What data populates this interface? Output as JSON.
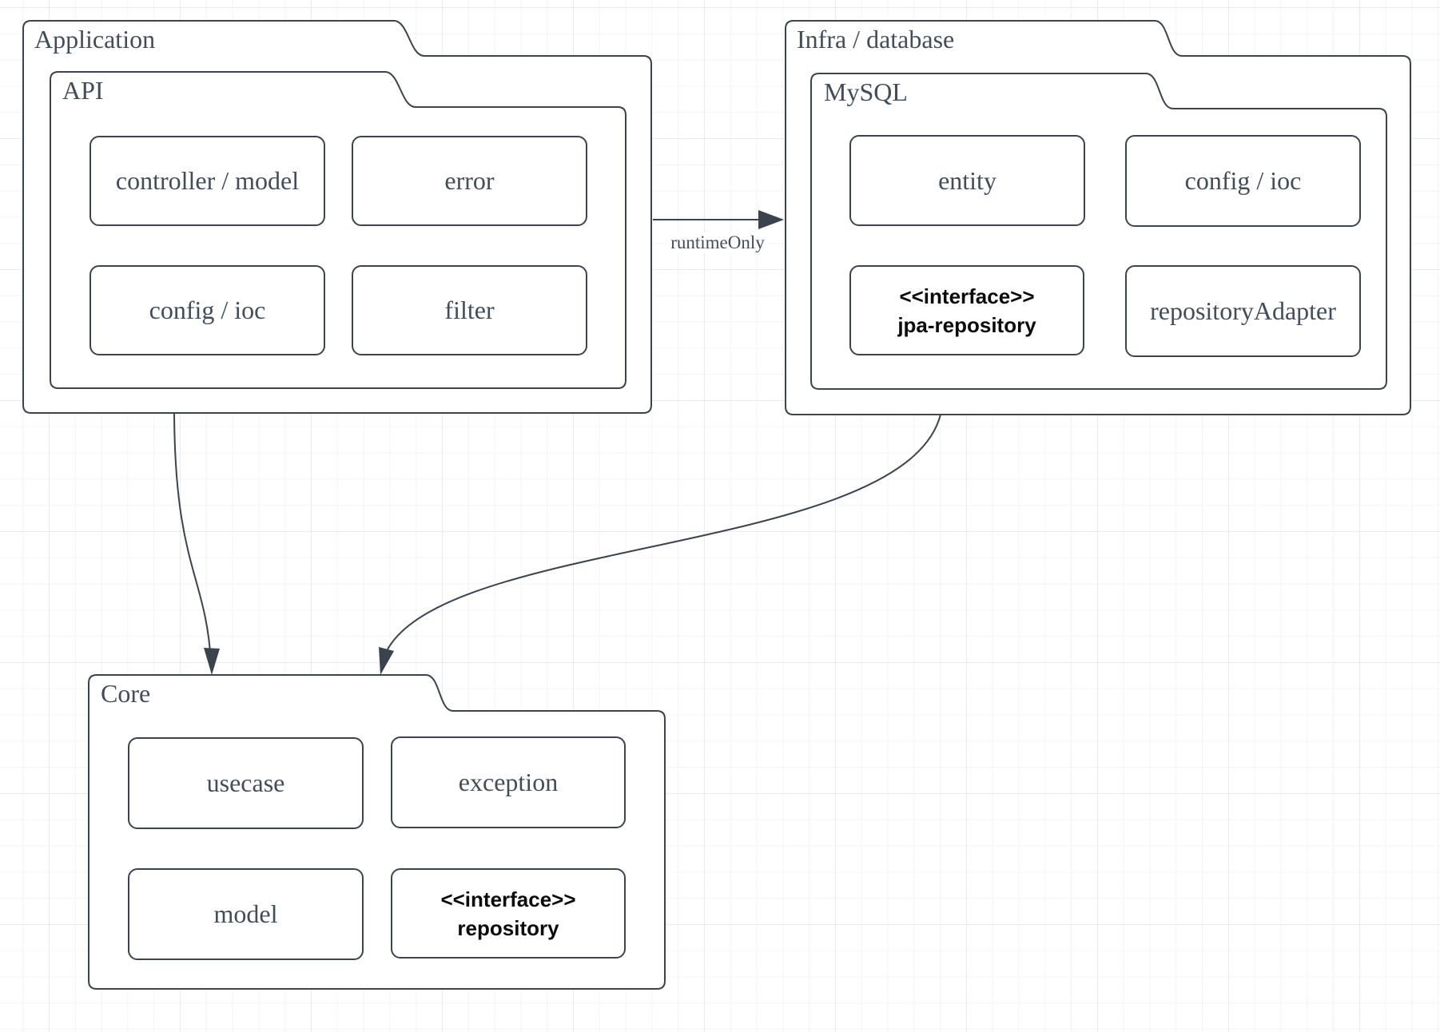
{
  "canvas": {
    "background_color": "#ffffff",
    "grid_minor_color": "#f4f4f5",
    "grid_major_color": "#e9eaeb",
    "stroke_color": "#3b434e",
    "text_color": "#434d5a",
    "interface_text_color": "#0b0b0c"
  },
  "packages": {
    "application": {
      "title": "Application",
      "api": {
        "title": "API",
        "boxes": [
          {
            "label": "controller / model"
          },
          {
            "label": "error"
          },
          {
            "label": "config / ioc"
          },
          {
            "label": "filter"
          }
        ]
      }
    },
    "infra": {
      "title": "Infra / database",
      "mysql": {
        "title": "MySQL",
        "boxes": [
          {
            "label": "entity"
          },
          {
            "label": "config / ioc"
          },
          {
            "lines": [
              "<<interface>>",
              "jpa-repository"
            ]
          },
          {
            "label": "repositoryAdapter"
          }
        ]
      }
    },
    "core": {
      "title": "Core",
      "boxes": [
        {
          "label": "usecase"
        },
        {
          "label": "exception"
        },
        {
          "label": "model"
        },
        {
          "lines": [
            "<<interface>>",
            "repository"
          ]
        }
      ]
    }
  },
  "edges": {
    "application_to_infra": {
      "from": "Application",
      "to": "Infra / database",
      "label": "runtimeOnly"
    },
    "application_to_core": {
      "from": "Application",
      "to": "Core",
      "label": ""
    },
    "infra_to_core": {
      "from": "Infra / database",
      "to": "Core",
      "label": ""
    }
  }
}
